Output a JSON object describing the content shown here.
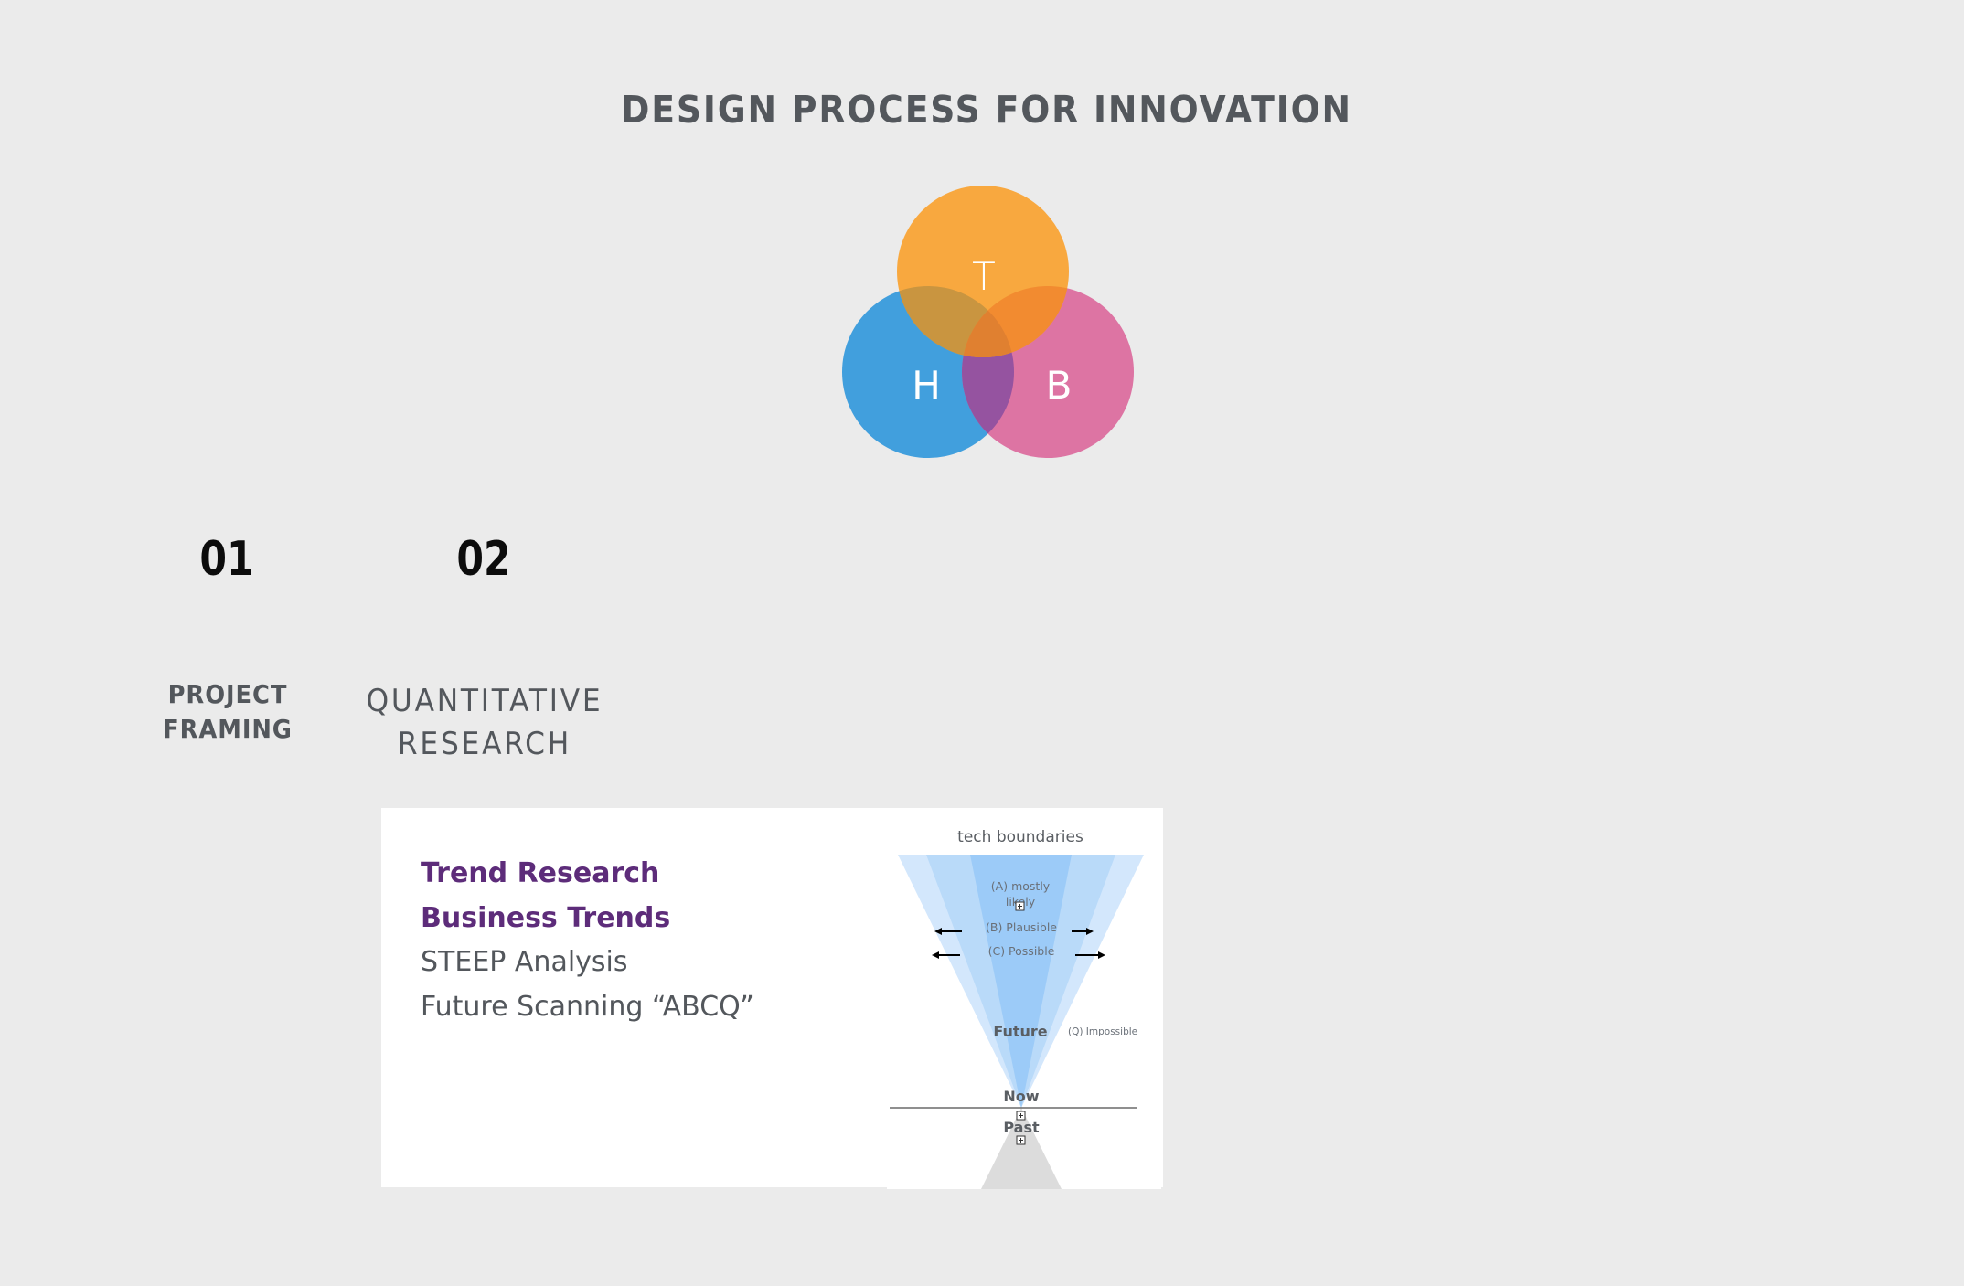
{
  "page": {
    "title": "DESIGN PROCESS FOR INNOVATION",
    "background_color": "#ebebeb"
  },
  "venn": {
    "circles": [
      {
        "label": "T",
        "color": "#f9a436"
      },
      {
        "label": "H",
        "color": "#3b9cdc"
      },
      {
        "label": "B",
        "color": "#dc6fa0"
      }
    ]
  },
  "stages": [
    {
      "number": "01",
      "name_line1": "PROJECT",
      "name_line2": "FRAMING"
    },
    {
      "number": "02",
      "name_line1": "QUANTITATIVE",
      "name_line2": "RESEARCH"
    }
  ],
  "detail_card": {
    "items": [
      {
        "label": "Trend Research",
        "highlighted": true
      },
      {
        "label": "Business Trends",
        "highlighted": true
      },
      {
        "label": "STEEP Analysis",
        "highlighted": false
      },
      {
        "label": "Future Scanning “ABCQ”",
        "highlighted": false
      }
    ],
    "highlight_color": "#5d2c7a",
    "funnel": {
      "heading": "tech boundaries",
      "a_label_line1": "(A) mostly",
      "a_label_line2": "likely",
      "b_label": "(B) Plausible",
      "c_label": "(C) Possible",
      "q_label": "(Q) Impossible",
      "future_label": "Future",
      "now_label": "Now",
      "past_label": "Past"
    }
  }
}
